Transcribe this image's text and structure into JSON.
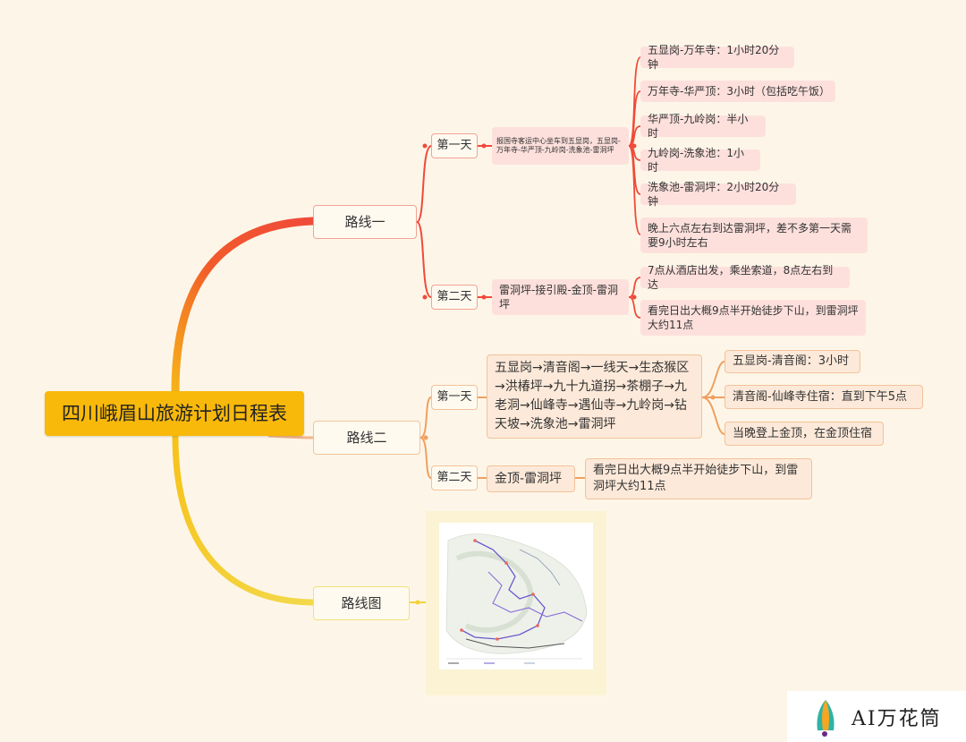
{
  "root": {
    "title": "四川峨眉山旅游计划日程表"
  },
  "route1": {
    "label": "路线一",
    "day1": {
      "label": "第一天",
      "summary": "报国寺客运中心坐车到五显岗，五显岗-万年寺-华严顶-九岭岗-洗象池-雷洞坪",
      "items": [
        "五显岗-万年寺：1小时20分钟",
        "万年寺-华严顶：3小时（包括吃午饭）",
        "华严顶-九岭岗：半小时",
        "九岭岗-洗象池：1小时",
        "洗象池-雷洞坪：2小时20分钟",
        "晚上六点左右到达雷洞坪，差不多第一天需要9小时左右"
      ]
    },
    "day2": {
      "label": "第二天",
      "summary": "雷洞坪-接引殿-金顶-雷洞坪",
      "items": [
        "7点从酒店出发，乘坐索道，8点左右到达",
        "看完日出大概9点半开始徒步下山，到雷洞坪大约11点"
      ]
    }
  },
  "route2": {
    "label": "路线二",
    "day1": {
      "label": "第一天",
      "summary": "五显岗→清音阁→一线天→生态猴区→洪椿坪→九十九道拐→茶棚子→九老洞→仙峰寺→遇仙寺→九岭岗→钻天坡→洗象池→雷洞坪",
      "items": [
        "五显岗-清音阁：3小时",
        "清音阁-仙峰寺住宿：直到下午5点",
        "当晚登上金顶，在金顶住宿"
      ]
    },
    "day2": {
      "label": "第二天",
      "summary": "金顶-雷洞坪",
      "items": [
        "看完日出大概9点半开始徒步下山，到雷洞坪大约11点"
      ]
    }
  },
  "route_map": {
    "label": "路线图"
  },
  "logo": {
    "text": "AI万花筒",
    "icon": "rocket-logo-icon"
  },
  "colors": {
    "root": "#f9b90a",
    "route1": "#f04a3a",
    "route2": "#f0a060",
    "route_map": "#f3d23a",
    "leaf_red_bg": "#fde0dc",
    "leaf_orange_bg": "#fde9d9"
  }
}
